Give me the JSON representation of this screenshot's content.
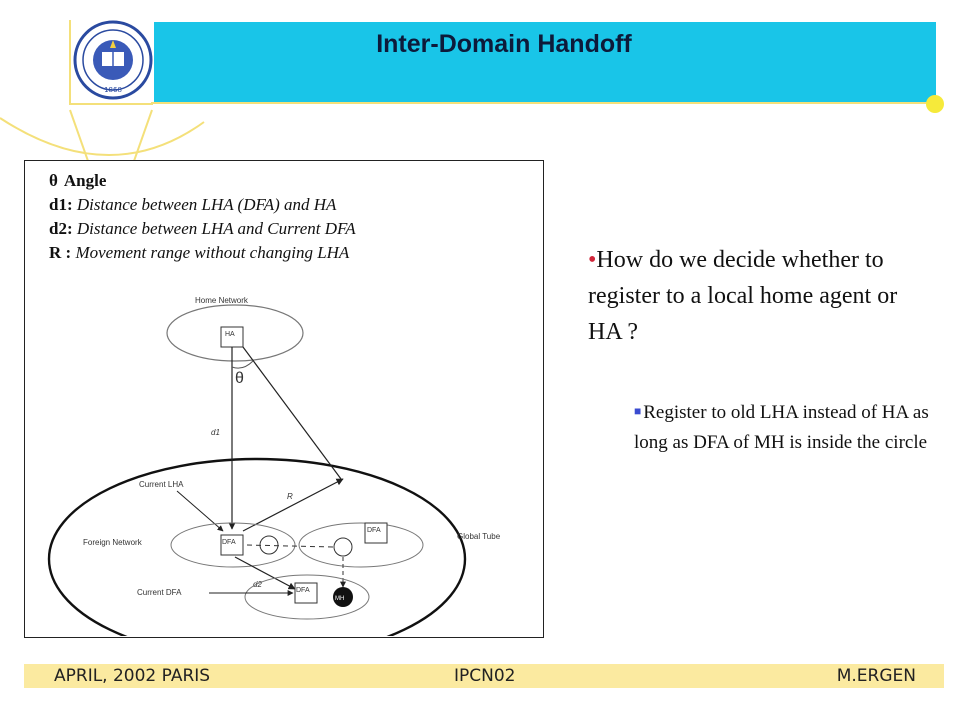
{
  "header": {
    "title": "Inter-Domain Handoff"
  },
  "logo": {
    "seal_text": "THE UNIVERSITY OF CALIFORNIA 1868"
  },
  "legend": [
    {
      "symbol": "θ",
      "label": "Angle",
      "description": ""
    },
    {
      "symbol": "",
      "label": "d1:",
      "description": "Distance between LHA (DFA) and HA"
    },
    {
      "symbol": "",
      "label": "d2:",
      "description": "Distance between LHA and Current DFA"
    },
    {
      "symbol": "",
      "label": "R :",
      "description": "Movement range without changing LHA"
    }
  ],
  "diagram": {
    "home_network": "Home Network",
    "ha": "HA",
    "theta": "θ",
    "d1": "d1",
    "r": "R",
    "current_lha": "Current LHA",
    "global_tube": "Global Tube",
    "foreign_network": "Foreign Network",
    "dfa": "DFA",
    "d2": "d2",
    "current_dfa": "Current DFA",
    "mh": "MH"
  },
  "content": {
    "question": "How do we decide whether to register to a local home agent or HA ?",
    "answer": "Register to old LHA instead of HA as long as DFA of MH is inside the circle"
  },
  "footer": {
    "left": "APRIL, 2002 PARIS",
    "center": "IPCN02",
    "right": "M.ERGEN"
  },
  "colors": {
    "topbar": "#19c5e8",
    "accent_dot": "#f6ea3a",
    "footer_bg": "#fbeaa0",
    "bullet_red": "#d0263a",
    "bullet_blue": "#3a4bd0"
  }
}
